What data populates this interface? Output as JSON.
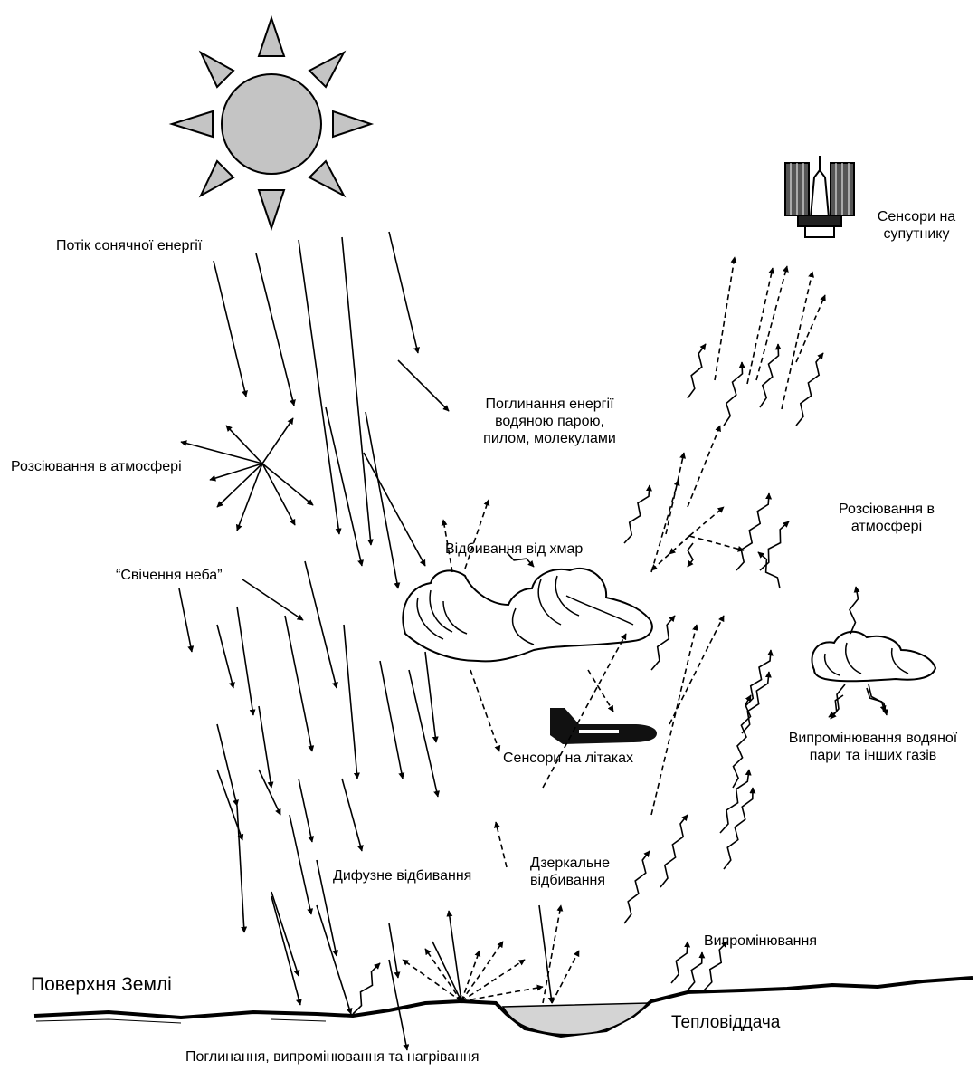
{
  "labels": {
    "solar_flux": "Потік сонячної енергії",
    "satellite_sensors_1": "Сенсори на",
    "satellite_sensors_2": "супутнику",
    "absorption_1": "Поглинання енергії",
    "absorption_2": "водяною парою,",
    "absorption_3": "пилом, молекулами",
    "scatter_left": "Розсіювання в атмосфері",
    "scatter_right_1": "Розсіювання в",
    "scatter_right_2": "атмосфері",
    "cloud_reflection": "Відбивання від хмар",
    "sky_glow": "“Свічення неба”",
    "aircraft_sensors": "Сенсори на літаках",
    "vapor_emission_1": "Випромінювання водяної",
    "vapor_emission_2": "пари та інших газів",
    "diffuse_reflection": "Дифузне відбивання",
    "specular_1": "Дзеркальне",
    "specular_2": "відбивання",
    "emission": "Випромінювання",
    "earth_surface": "Поверхня Землі",
    "heat_transfer": "Тепловіддача",
    "ground_absorption": "Поглинання, випромінювання та нагрівання"
  },
  "colors": {
    "sun": "#c4c4c4",
    "ink": "#000000",
    "background": "#ffffff"
  },
  "icons": [
    "sun-icon",
    "satellite-icon",
    "aircraft-icon",
    "cloud-icon",
    "small-cloud-icon"
  ]
}
